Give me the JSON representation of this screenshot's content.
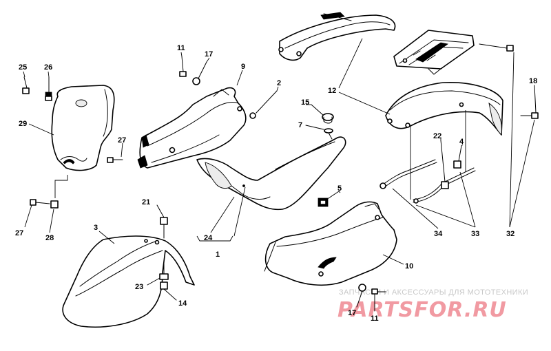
{
  "callouts": {
    "c25": "25",
    "c26": "26",
    "c29": "29",
    "c27a": "27",
    "c27b": "27",
    "c28": "28",
    "c11a": "11",
    "c17a": "17",
    "c9": "9",
    "c2": "2",
    "c15": "15",
    "c7": "7",
    "c24": "24",
    "c1": "1",
    "c21": "21",
    "c3": "3",
    "c23": "23",
    "c14": "14",
    "c5": "5",
    "c10": "10",
    "c17b": "17",
    "c11b": "11",
    "c12": "12",
    "c18": "18",
    "c22": "22",
    "c4": "4",
    "c34": "34",
    "c33": "33",
    "c32": "32"
  },
  "watermark": {
    "tagline": "ЗАПЧАСТИ И АКСЕССУАРЫ ДЛЯ МОТОТЕХНИКИ",
    "logo": "PARTSFOR.RU"
  }
}
